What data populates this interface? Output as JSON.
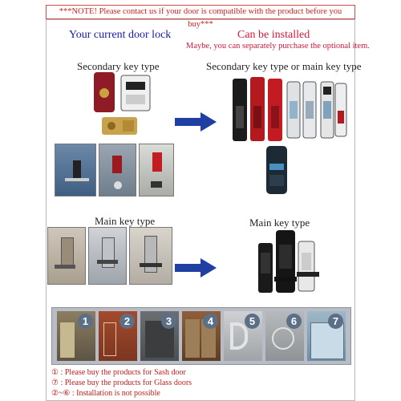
{
  "notice": "***NOTE! Please contact us if your door is compatible with the product before you buy***",
  "left_heading": "Your current door lock",
  "right_heading": "Can be installed",
  "right_subnote": "Maybe, you can separately purchase the optional item.",
  "section1": {
    "left_label": "Secondary key type",
    "right_label": "Secondary key type or main key type"
  },
  "section2": {
    "left_label": "Main key type",
    "right_label": "Main key type"
  },
  "door_numbers": [
    "1",
    "2",
    "3",
    "4",
    "5",
    "6",
    "7"
  ],
  "footnotes": [
    {
      "mark": "①",
      "text": ": Please buy the products for Sash door"
    },
    {
      "mark": "⑦",
      "text": ": Please buy the products for Glass doors"
    },
    {
      "mark": "②~⑥",
      "text": ": Installation is not possible"
    }
  ],
  "colors": {
    "notice_red": "#d21f1f",
    "heading_blue": "#1a1aa8",
    "heading_red": "#d0193a",
    "arrow_blue": "#1f3fa3"
  }
}
